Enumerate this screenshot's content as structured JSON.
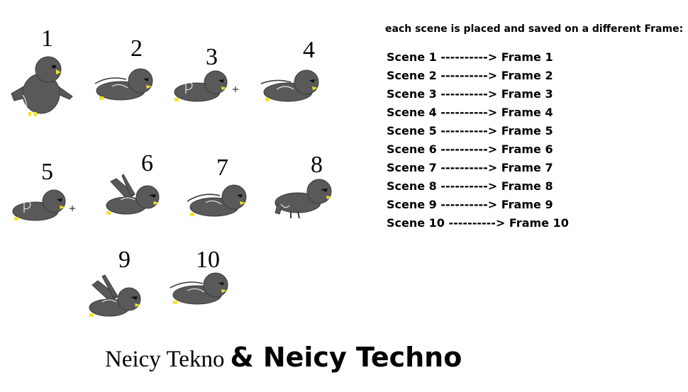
{
  "scenes": [
    {
      "number": "1"
    },
    {
      "number": "2"
    },
    {
      "number": "3"
    },
    {
      "number": "4"
    },
    {
      "number": "5"
    },
    {
      "number": "6"
    },
    {
      "number": "7"
    },
    {
      "number": "8"
    },
    {
      "number": "9"
    },
    {
      "number": "10"
    }
  ],
  "heading": "each scene is placed and saved on a different Frame:",
  "mappings": [
    "Scene 1 ----------> Frame 1",
    "Scene 2 ----------> Frame 2",
    "Scene 3 ----------> Frame 3",
    "Scene 4 ----------> Frame 4",
    "Scene 5 ----------> Frame 5",
    "Scene 6 ----------> Frame 6",
    "Scene 7 ----------> Frame 7",
    "Scene 8 ----------> Frame 8",
    "Scene 9 ----------> Frame 9",
    "Scene 10 ----------> Frame 10"
  ],
  "credit": {
    "part1": "Neicy Tekno",
    "part2": "& Neicy Techno"
  },
  "colors": {
    "body": "#595959",
    "outline": "#3a3a3a",
    "beak": "#f2e42c",
    "eye": "#111111",
    "wing_line": "#e8e8e8"
  }
}
